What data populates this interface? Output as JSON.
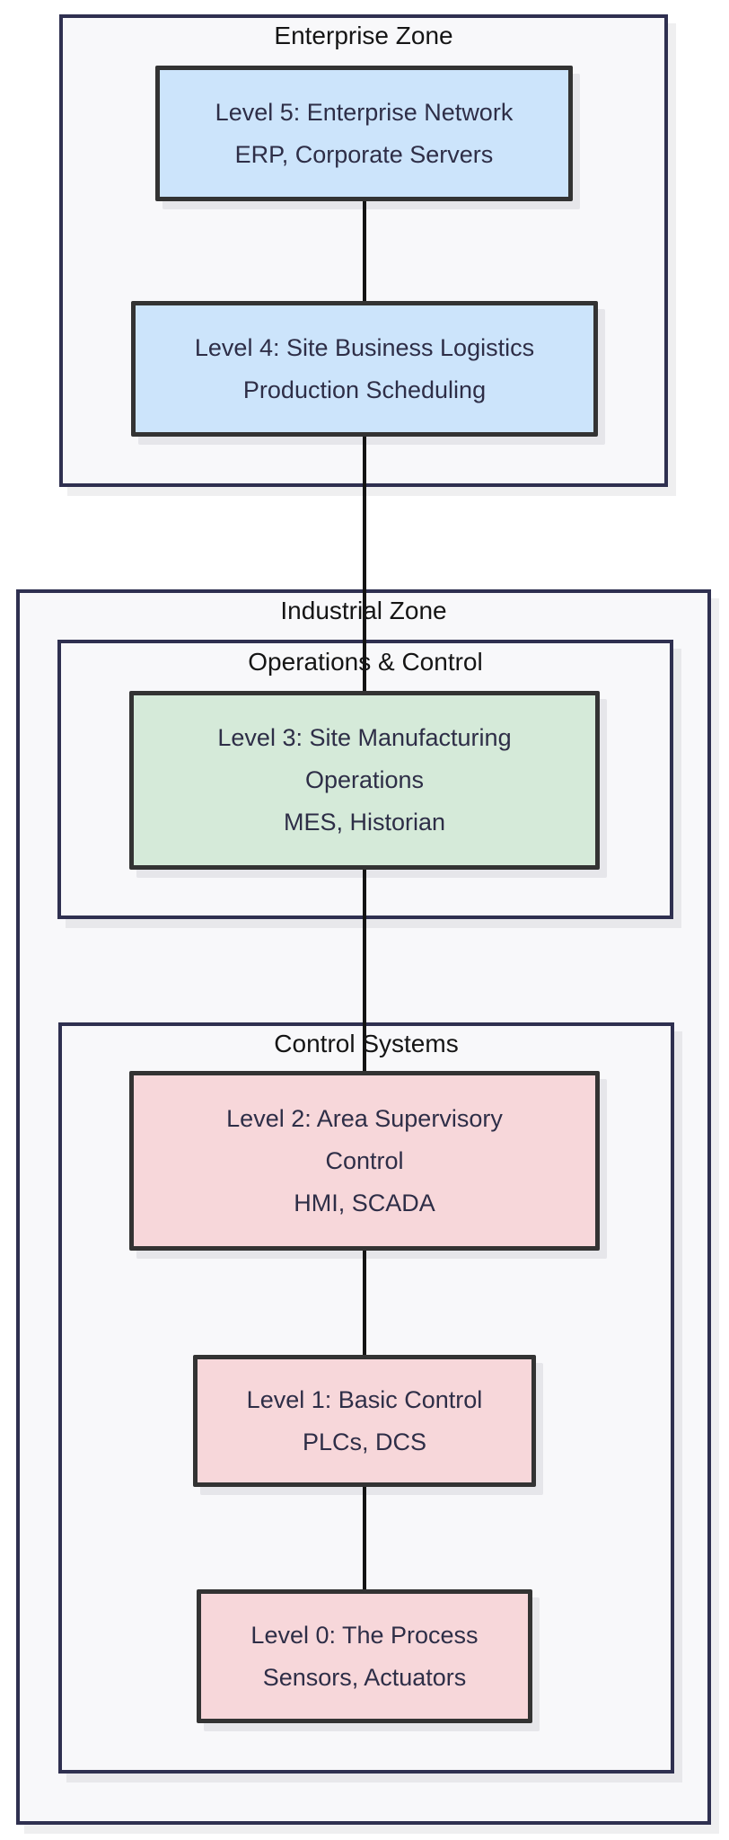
{
  "diagram": {
    "type": "flowchart",
    "zones": {
      "enterprise": {
        "label": "Enterprise Zone"
      },
      "industrial": {
        "label": "Industrial Zone"
      },
      "operations_control": {
        "label": "Operations & Control"
      },
      "control_systems": {
        "label": "Control Systems"
      }
    },
    "nodes": {
      "level5": {
        "lines": [
          "Level 5: Enterprise Network",
          "ERP, Corporate Servers"
        ],
        "fill": "#cce4fb"
      },
      "level4": {
        "lines": [
          "Level 4: Site Business Logistics",
          "Production Scheduling"
        ],
        "fill": "#cce4fb"
      },
      "level3": {
        "lines": [
          "Level 3: Site Manufacturing",
          "Operations",
          "MES, Historian"
        ],
        "fill": "#d5ead9"
      },
      "level2": {
        "lines": [
          "Level 2: Area Supervisory",
          "Control",
          "HMI, SCADA"
        ],
        "fill": "#f7d7da"
      },
      "level1": {
        "lines": [
          "Level 1: Basic Control",
          "PLCs, DCS"
        ],
        "fill": "#f7d7da"
      },
      "level0": {
        "lines": [
          "Level 0: The Process",
          "Sensors, Actuators"
        ],
        "fill": "#f7d7da"
      }
    },
    "edges": [
      {
        "from": "level5",
        "to": "level4"
      },
      {
        "from": "level4",
        "to": "level3"
      },
      {
        "from": "level3",
        "to": "level2"
      },
      {
        "from": "level2",
        "to": "level1"
      },
      {
        "from": "level1",
        "to": "level0"
      }
    ],
    "colors": {
      "page_background": "#ffffff",
      "zone_fill": "#f8f8fa",
      "zone_border": "#2f3050",
      "zone_label_text": "#151515",
      "node_border": "#333333",
      "node_text": "#2e2e47",
      "connector": "#141414",
      "level_blue": "#cce4fb",
      "level_green": "#d5ead9",
      "level_pink": "#f7d7da"
    }
  }
}
